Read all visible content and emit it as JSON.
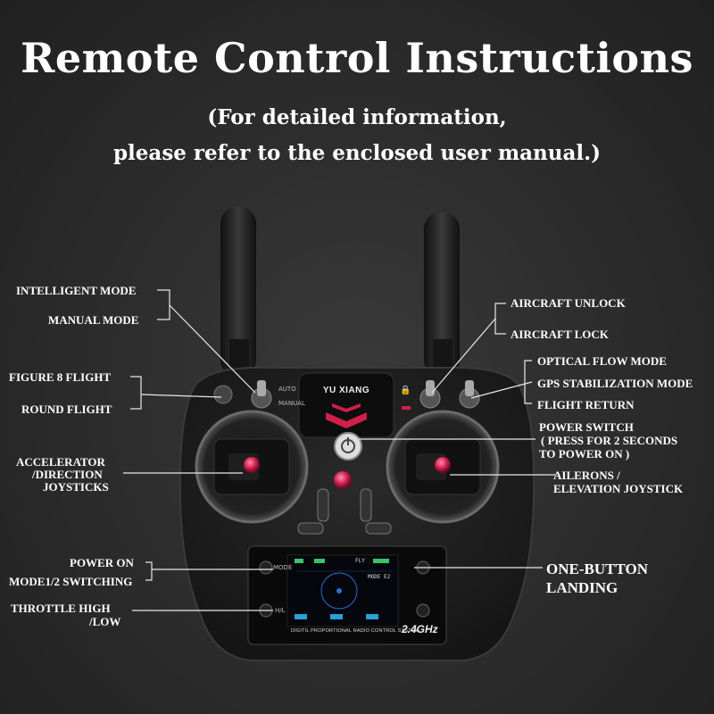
{
  "title": "Remote Control Instructions",
  "subtitle_line1": "(For detailed information,",
  "subtitle_line2": "please refer to the enclosed user manual.)",
  "labels": {
    "intelligent_mode": "INTELLIGENT MODE",
    "manual_mode": "MANUAL MODE",
    "figure8": "FIGURE 8 FLIGHT",
    "round_flight": "ROUND FLIGHT",
    "accelerator_1": "ACCELERATOR",
    "accelerator_2": "/DIRECTION",
    "accelerator_3": "JOYSTICKS",
    "power_on": "POWER ON",
    "mode_switching": "MODE1/2 SWITCHING",
    "throttle_1": "THROTTLE HIGH",
    "throttle_2": "/LOW",
    "aircraft_unlock": "AIRCRAFT UNLOCK",
    "aircraft_lock": "AIRCRAFT LOCK",
    "optical_flow": "OPTICAL FLOW MODE",
    "gps_stab": "GPS STABILIZATION MODE",
    "flight_return": "FLIGHT RETURN",
    "power_switch_1": "POWER SWITCH",
    "power_switch_2": "( PRESS FOR 2 SECONDS",
    "power_switch_3": "TO POWER ON )",
    "ailerons_1": "AILERONS /",
    "ailerons_2": "ELEVATION JOYSTICK",
    "one_button_1": "ONE-BUTTON",
    "one_button_2": "LANDING"
  },
  "device": {
    "brand": "YU XIANG",
    "switch_auto": "AUTO",
    "switch_manual": "MANUAL",
    "btn_mode": "MODE",
    "btn_hl": "H/L",
    "screen_footer": "DIGITIL PROPORTIONAL RADIO CONTROL SYSTEM",
    "band": "2.4GHz",
    "screen_mode": "MODE E2",
    "screen_fly": "FLY"
  },
  "colors": {
    "accent": "#d11f4a",
    "body": "#1c1c1c"
  }
}
